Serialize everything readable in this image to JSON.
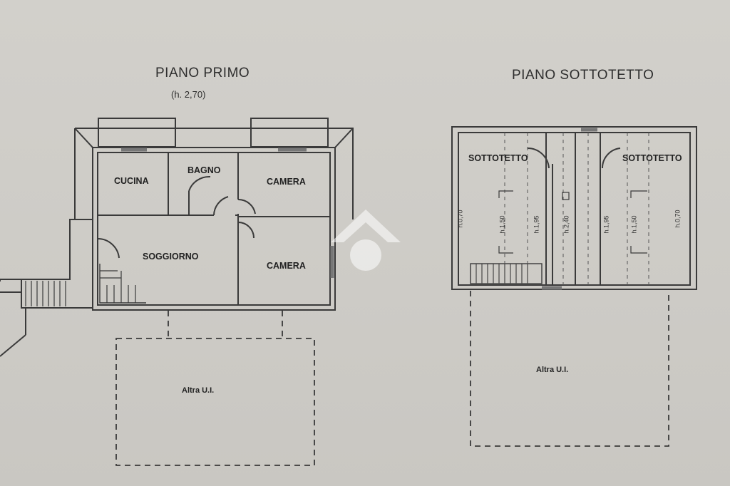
{
  "floors": {
    "first": {
      "title": "PIANO PRIMO",
      "height_note": "(h. 2,70)",
      "rooms": {
        "cucina": "CUCINA",
        "bagno": "BAGNO",
        "camera_top": "CAMERA",
        "soggiorno": "SOGGIORNO",
        "camera_bottom": "CAMERA"
      },
      "other_unit": "Altra U.I."
    },
    "attic": {
      "title": "PIANO SOTTOTETTO",
      "rooms": {
        "left": "SOTTOTETTO",
        "right": "SOTTOTETTO"
      },
      "heights": [
        "h.0,70",
        "h.1,50",
        "h.1,95",
        "h.2,40",
        "h.1,95",
        "h.1,50",
        "h.0,70"
      ],
      "other_unit": "Altra U.I."
    }
  },
  "colors": {
    "paper": "#cfcdc8",
    "ink": "#2e2e2e",
    "watermark": "#ffffff"
  }
}
